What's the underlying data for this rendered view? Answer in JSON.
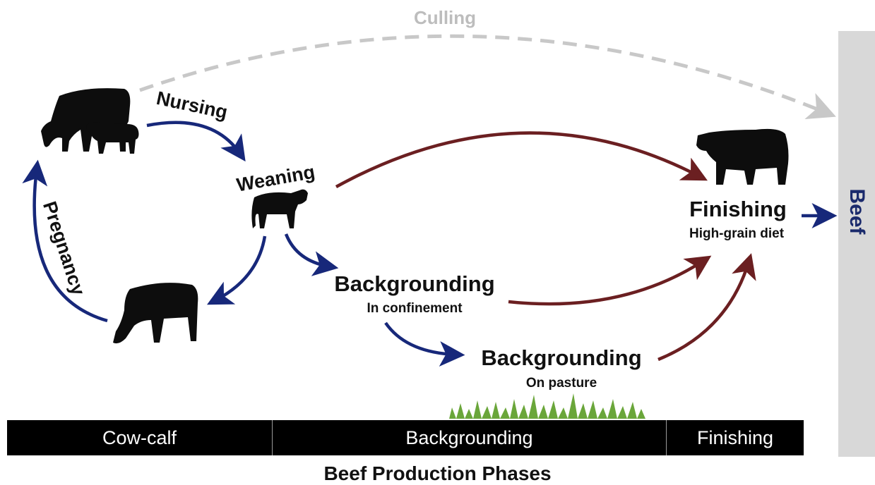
{
  "flow": {
    "culling": "Culling",
    "nursing": "Nursing",
    "weaning": "Weaning",
    "pregnancy": "Pregnancy",
    "finishing_title": "Finishing",
    "finishing_sub": "High-grain diet",
    "bg_confinement_title": "Backgrounding",
    "bg_confinement_sub": "In confinement",
    "bg_pasture_title": "Backgrounding",
    "bg_pasture_sub": "On pasture"
  },
  "output": {
    "label": "Beef"
  },
  "phases": {
    "items": [
      {
        "label": "Cow-calf"
      },
      {
        "label": "Backgrounding"
      },
      {
        "label": "Finishing"
      }
    ],
    "caption": "Beef Production Phases"
  },
  "colors": {
    "blue_arrow": "#17287a",
    "red_arrow": "#6b1f21",
    "culling_arrow": "#c8c8c8",
    "grass": "#6aa63a",
    "silhouette": "#0d0d0d"
  },
  "icons": [
    "cow-with-calf-icon",
    "weaned-calf-icon",
    "grazing-cow-icon",
    "finishing-steer-icon",
    "grass-icon"
  ]
}
